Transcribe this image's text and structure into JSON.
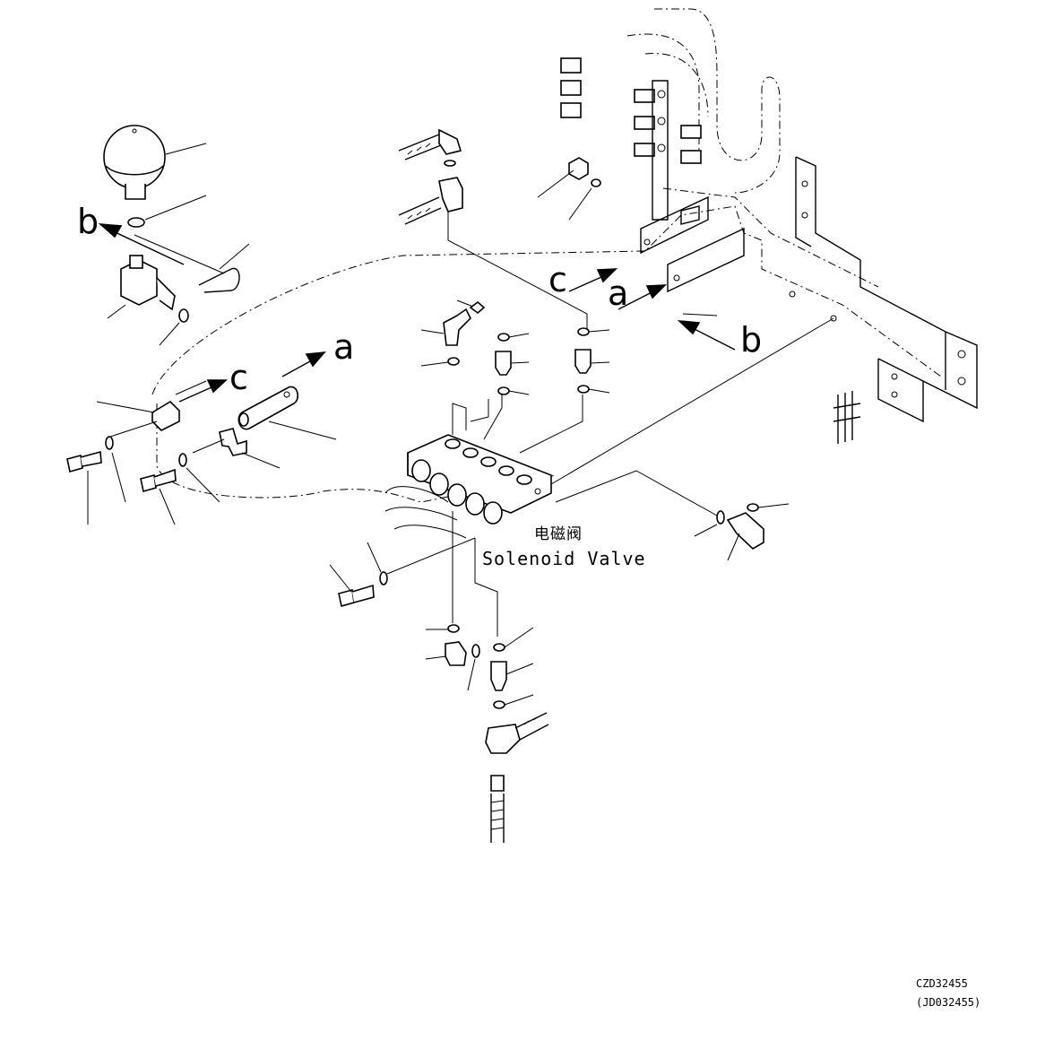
{
  "diagram": {
    "labels": {
      "solenoid_cn": "电磁阀",
      "solenoid_en": "Solenoid Valve"
    },
    "reference_letters": {
      "a": "a",
      "b": "b",
      "c": "c"
    },
    "drawing_codes": {
      "primary": "CZD32455",
      "secondary": "(JD032455)"
    }
  }
}
